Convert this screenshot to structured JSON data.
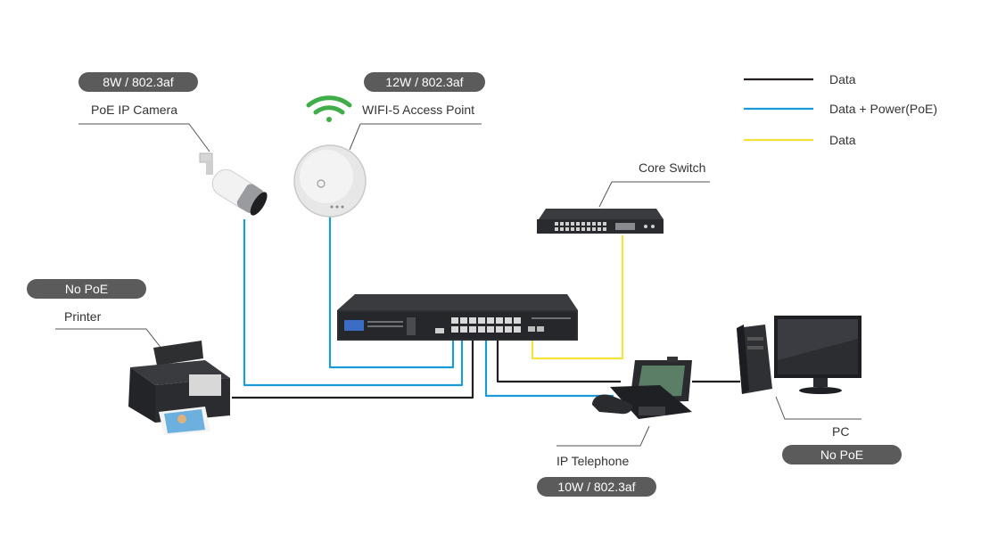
{
  "legend": [
    {
      "label": "Data",
      "color": "#231f20"
    },
    {
      "label": "Data + Power(PoE)",
      "color": "#1b9ad6"
    },
    {
      "label": "Data",
      "color": "#f3e33a"
    }
  ],
  "devices": {
    "camera": {
      "name": "PoE IP Camera",
      "badge": "8W / 802.3af"
    },
    "access_point": {
      "name": "WIFI-5 Access Point",
      "badge": "12W / 802.3af"
    },
    "printer": {
      "name": "Printer",
      "badge": "No PoE"
    },
    "core_switch": {
      "name": "Core Switch"
    },
    "ip_telephone": {
      "name": "IP Telephone",
      "badge": "10W / 802.3af"
    },
    "pc": {
      "name": "PC",
      "badge": "No PoE"
    }
  },
  "colors": {
    "data": "#231f20",
    "poe": "#1b9ad6",
    "uplink": "#f3e33a",
    "badge": "#5b5b5b",
    "wifi": "#3fae49"
  },
  "icons": [
    "wifi-icon",
    "poe-switch-icon",
    "core-switch-icon",
    "ip-camera-icon",
    "access-point-icon",
    "printer-icon",
    "ip-phone-icon",
    "pc-icon"
  ]
}
